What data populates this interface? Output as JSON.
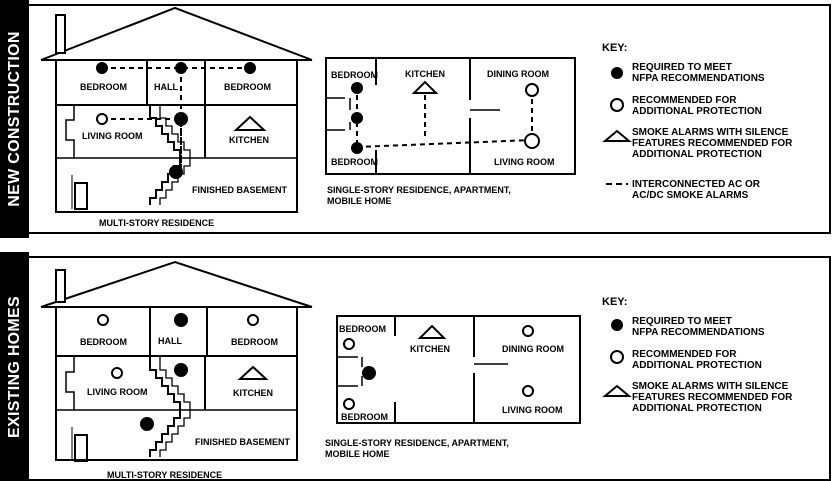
{
  "panels": {
    "new_construction": {
      "title": "NEW CONSTRUCTION",
      "multi_story": {
        "caption": "MULTI-STORY RESIDENCE",
        "rooms": {
          "bedroom_left": "BEDROOM",
          "hall": "HALL",
          "bedroom_right": "BEDROOM",
          "living_room": "LIVING ROOM",
          "kitchen": "KITCHEN",
          "finished_basement": "FINISHED BASEMENT"
        }
      },
      "single_story": {
        "caption": "SINGLE-STORY RESIDENCE, APARTMENT,\nMOBILE HOME",
        "rooms": {
          "bedroom_top": "BEDROOM",
          "kitchen": "KITCHEN",
          "dining_room": "DINING ROOM",
          "bedroom_bottom": "BEDROOM",
          "living_room": "LIVING ROOM"
        }
      },
      "key": {
        "title": "KEY:",
        "items": [
          {
            "symbol": "filled-circle",
            "text": "REQUIRED TO MEET\nNFPA RECOMMENDATIONS"
          },
          {
            "symbol": "open-circle",
            "text": "RECOMMENDED FOR\nADDITIONAL PROTECTION"
          },
          {
            "symbol": "triangle",
            "text": "SMOKE ALARMS WITH SILENCE\nFEATURES RECOMMENDED FOR\nADDITIONAL PROTECTION"
          },
          {
            "symbol": "dashed-line",
            "text": "INTERCONNECTED AC OR\nAC/DC SMOKE ALARMS"
          }
        ]
      }
    },
    "existing_homes": {
      "title": "EXISTING HOMES",
      "multi_story": {
        "caption": "MULTI-STORY RESIDENCE",
        "rooms": {
          "bedroom_left": "BEDROOM",
          "hall": "HALL",
          "bedroom_right": "BEDROOM",
          "living_room": "LIVING ROOM",
          "kitchen": "KITCHEN",
          "finished_basement": "FINISHED BASEMENT"
        }
      },
      "single_story": {
        "caption": "SINGLE-STORY RESIDENCE, APARTMENT,\nMOBILE HOME",
        "rooms": {
          "bedroom_top": "BEDROOM",
          "kitchen": "KITCHEN",
          "dining_room": "DINING ROOM",
          "bedroom_bottom": "BEDROOM",
          "living_room": "LIVING ROOM"
        }
      },
      "key": {
        "title": "KEY:",
        "items": [
          {
            "symbol": "filled-circle",
            "text": "REQUIRED TO MEET\nNFPA RECOMMENDATIONS"
          },
          {
            "symbol": "open-circle",
            "text": "RECOMMENDED FOR\nADDITIONAL PROTECTION"
          },
          {
            "symbol": "triangle",
            "text": "SMOKE ALARMS WITH SILENCE\nFEATURES RECOMMENDED FOR\nADDITIONAL PROTECTION"
          }
        ]
      }
    }
  }
}
